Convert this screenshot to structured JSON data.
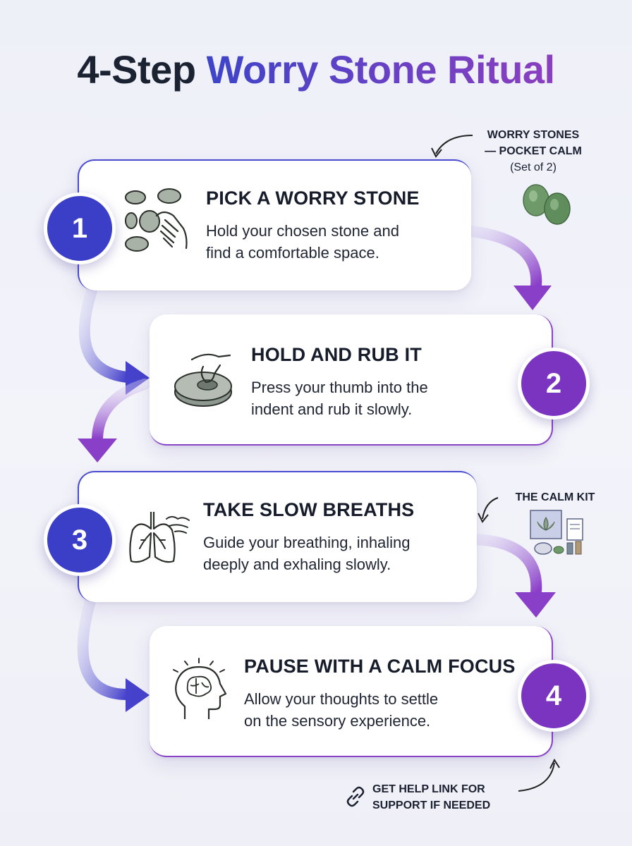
{
  "title": {
    "part1": "4-Step",
    "part2": "Worry Stone Ritual"
  },
  "steps": [
    {
      "number": "1",
      "title": "PICK A WORRY STONE",
      "desc_line1": "Hold your chosen stone and",
      "desc_line2": "find a comfortable space.",
      "icon": "stones-hand-icon"
    },
    {
      "number": "2",
      "title": "HOLD AND RUB IT",
      "desc_line1": "Press your thumb into the",
      "desc_line2": "indent and rub it slowly.",
      "icon": "thumb-stone-icon"
    },
    {
      "number": "3",
      "title": "TAKE SLOW BREATHS",
      "desc_line1": "Guide your breathing, inhaling",
      "desc_line2": "deeply and exhaling slowly.",
      "icon": "lungs-icon"
    },
    {
      "number": "4",
      "title": "PAUSE WITH A CALM FOCUS",
      "desc_line1": "Allow your thoughts to settle",
      "desc_line2": "on the sensory experience.",
      "icon": "brain-head-icon"
    }
  ],
  "notes": {
    "worry_stones": {
      "line1": "WORRY STONES",
      "line2": "— POCKET CALM",
      "line3": "(Set of 2)"
    },
    "calm_kit": {
      "line1": "THE CALM KIT"
    },
    "help": {
      "line1": "GET HELP LINK FOR",
      "line2": "SUPPORT IF NEEDED"
    }
  },
  "colors": {
    "blue": "#3b3fc8",
    "purple": "#7a34bf",
    "text": "#1b2232"
  }
}
